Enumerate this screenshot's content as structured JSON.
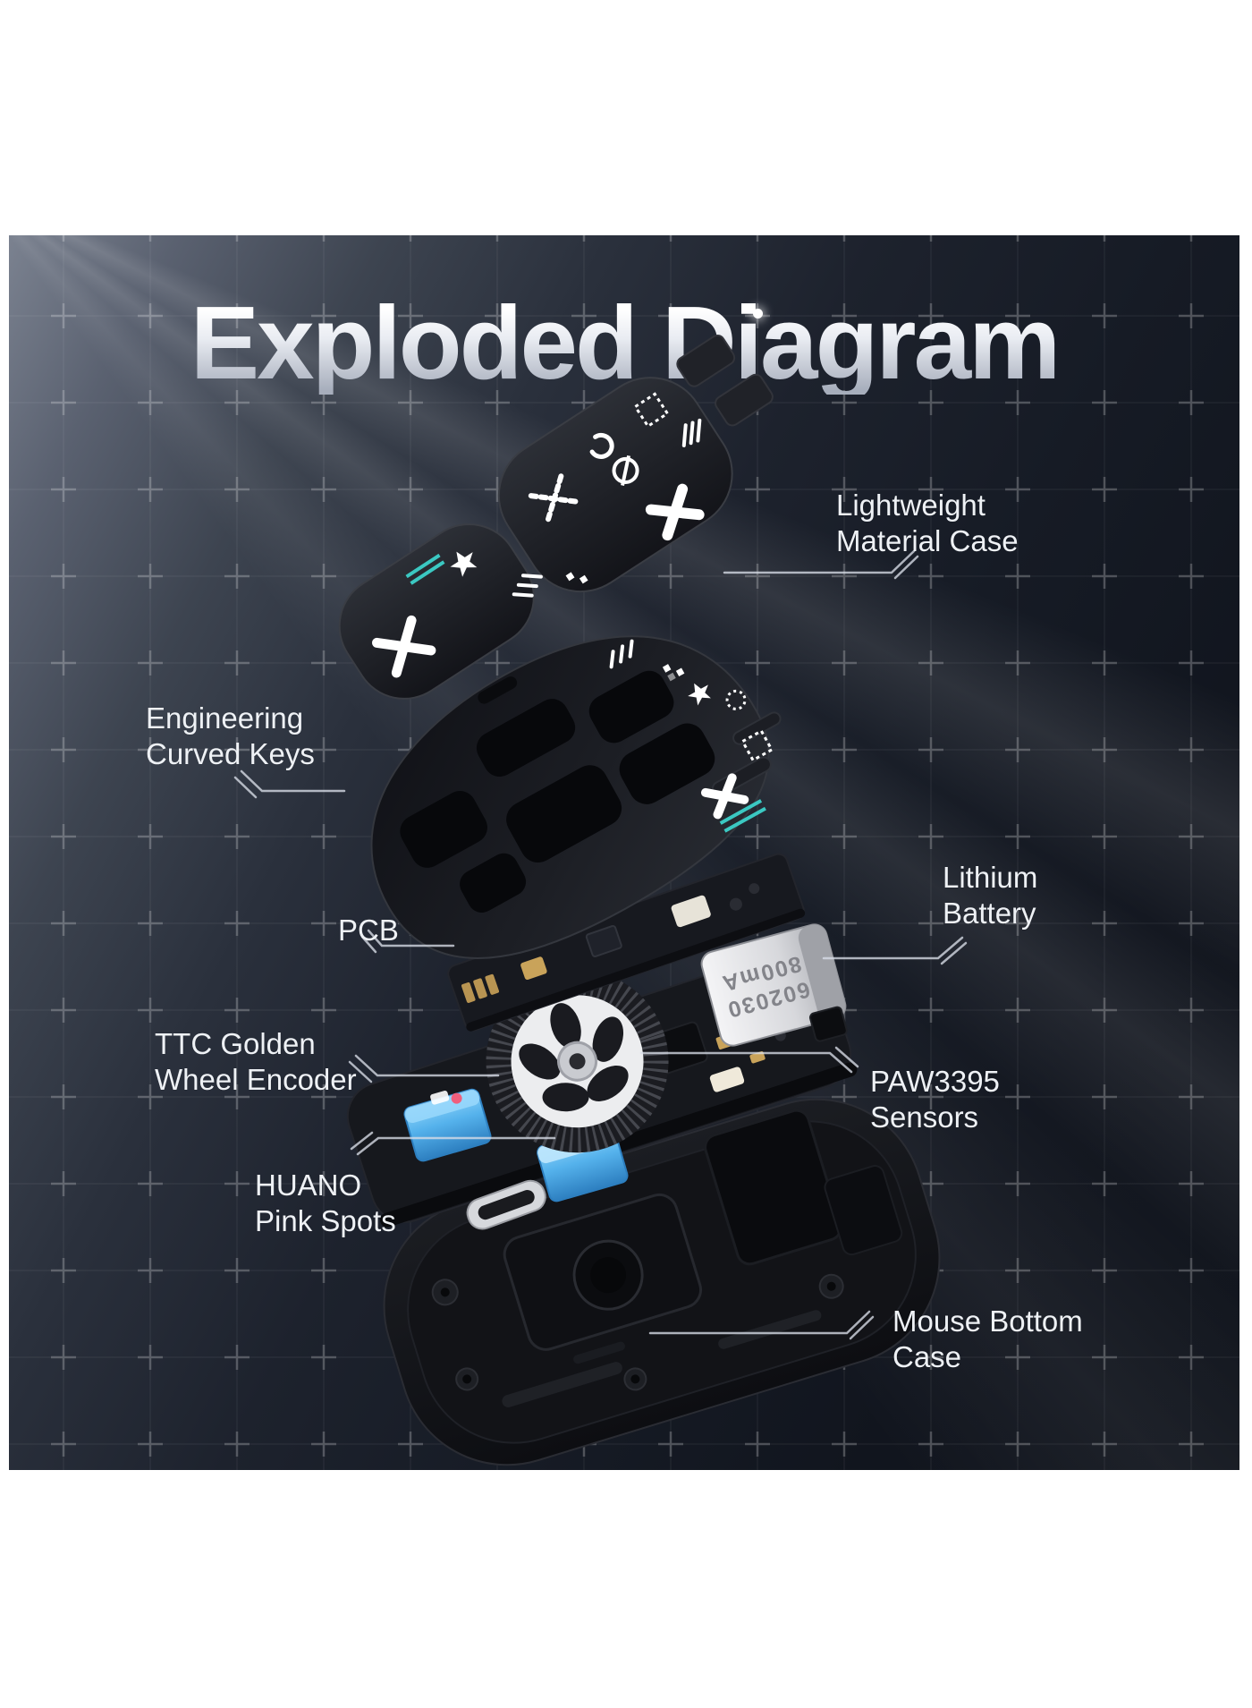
{
  "panel": {
    "title": "Exploded Diagram"
  },
  "labels": {
    "lightweight": {
      "lines": [
        "Lightweight",
        "Material Case"
      ]
    },
    "engineering": {
      "lines": [
        "Engineering",
        "Curved Keys"
      ]
    },
    "pcb": {
      "lines": [
        "PCB"
      ]
    },
    "lithium": {
      "lines": [
        "Lithium",
        "Battery"
      ]
    },
    "ttc": {
      "lines": [
        "TTC Golden",
        "Wheel Encoder"
      ]
    },
    "paw": {
      "lines": [
        "PAW3395",
        "Sensors"
      ]
    },
    "huano": {
      "lines": [
        "HUANO",
        "Pink Spots"
      ]
    },
    "bottom": {
      "lines": [
        "Mouse Bottom",
        "Case"
      ]
    }
  },
  "battery_marking": {
    "line1": "602030",
    "line2": "800mA"
  },
  "colors": {
    "label_text": "#eef1f5",
    "callout_line": "#d9dee8",
    "accent_teal": "#3bc8c2",
    "switch_blue": "#55b2ec",
    "pink_spot": "#ef5f7d",
    "battery_silver": "#d9dadd",
    "panel_dark": "#0f131b",
    "panel_light": "#7b8290"
  }
}
